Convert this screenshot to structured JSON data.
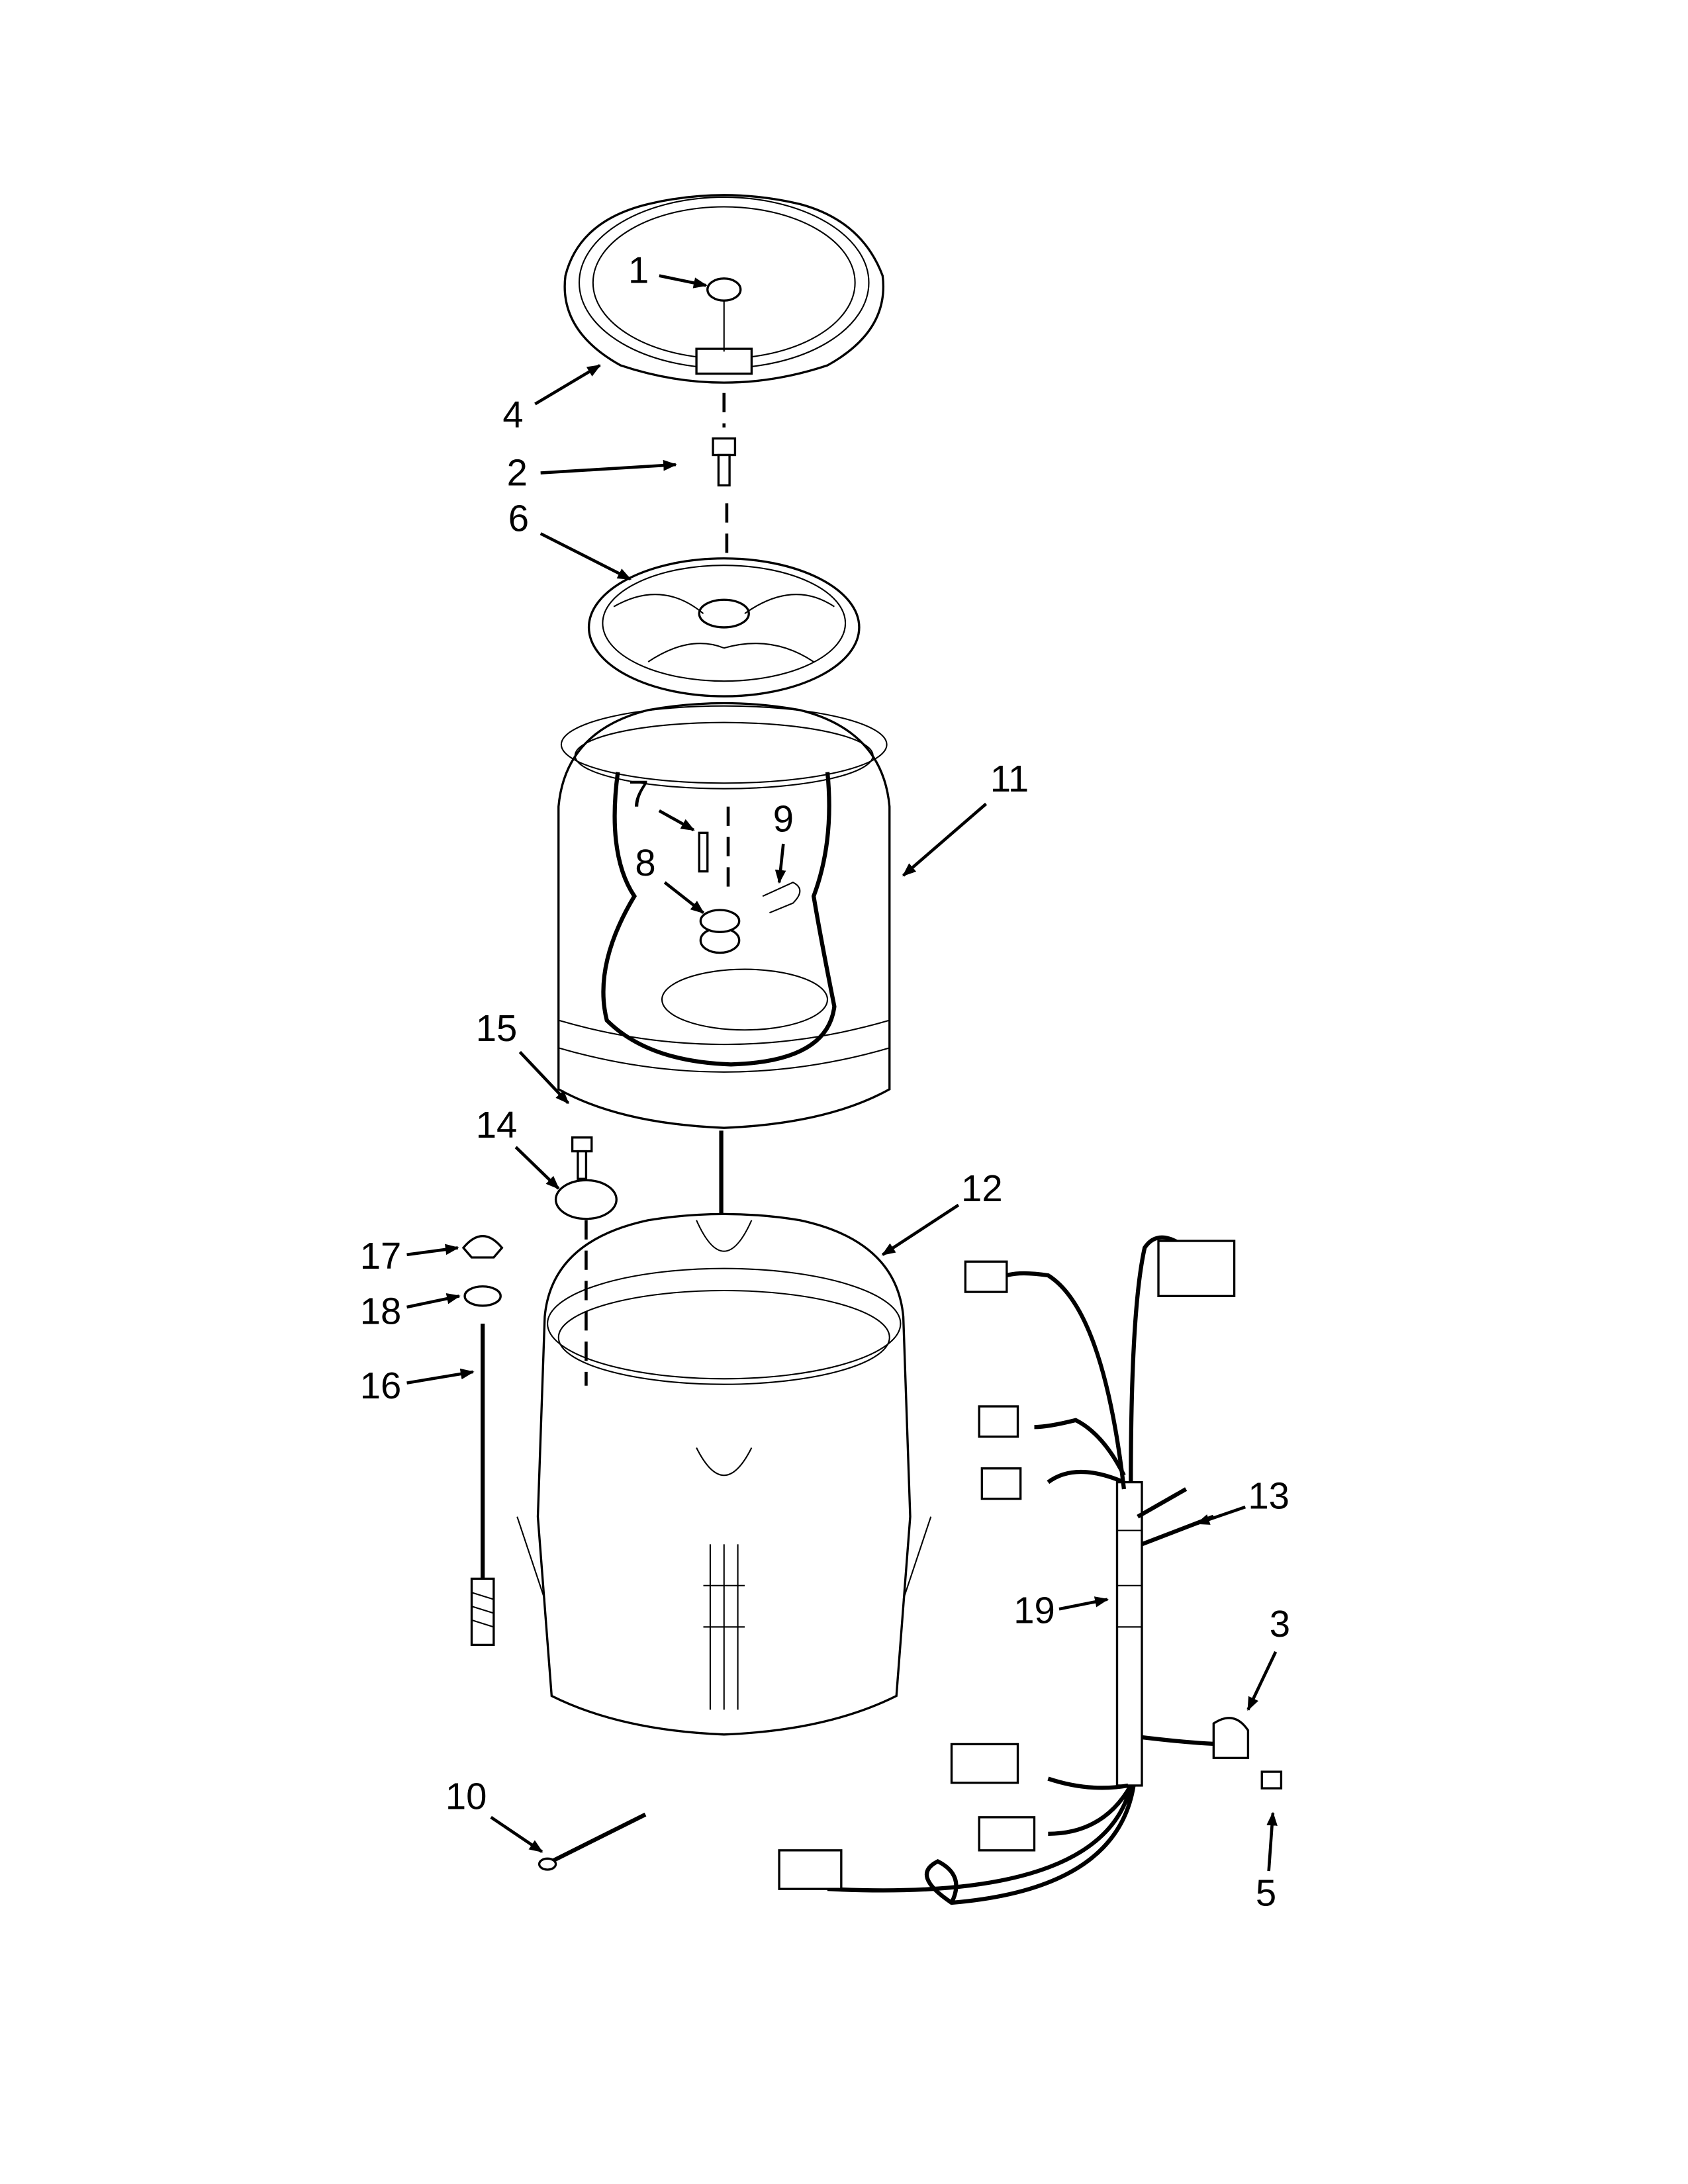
{
  "diagram": {
    "type": "exploded-parts-diagram",
    "callouts": {
      "c1": "1",
      "c2": "2",
      "c3": "3",
      "c4": "4",
      "c5": "5",
      "c6": "6",
      "c7": "7",
      "c8": "8",
      "c9": "9",
      "c10": "10",
      "c11": "11",
      "c12": "12",
      "c13": "13",
      "c14": "14",
      "c15": "15",
      "c16": "16",
      "c17": "17",
      "c18": "18",
      "c19": "19"
    }
  }
}
